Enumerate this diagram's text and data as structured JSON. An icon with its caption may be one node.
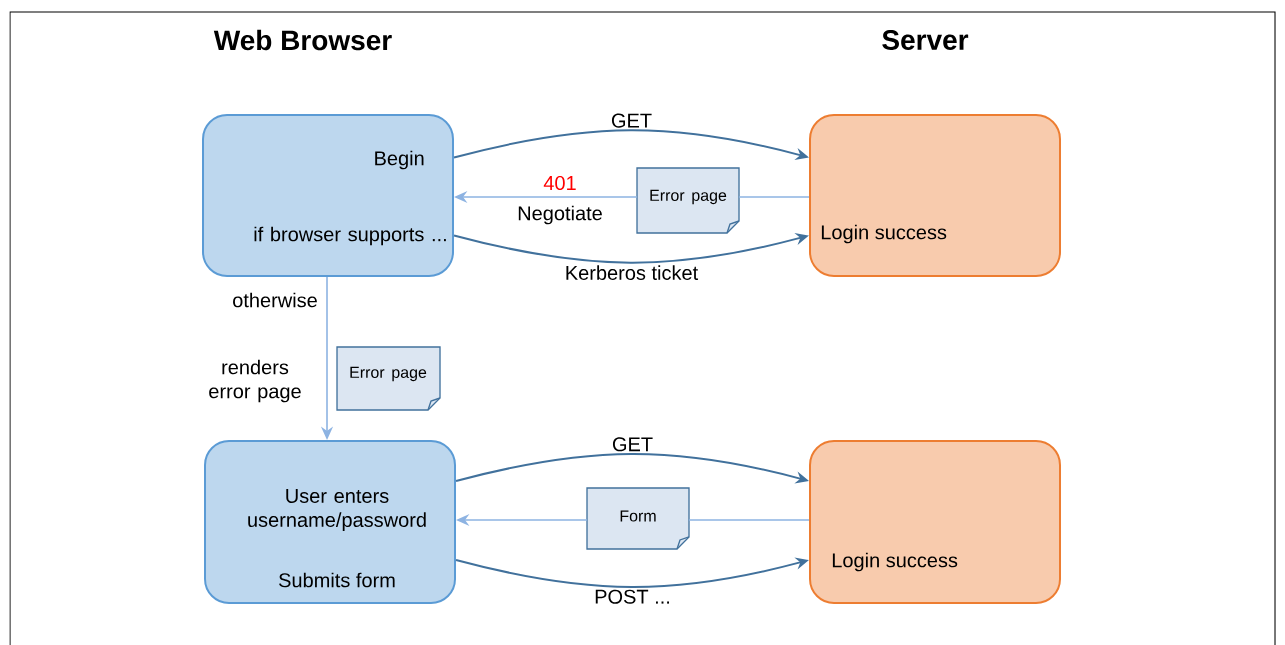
{
  "diagram": {
    "nodes": [
      {
        "text": [
          "Begin",
          "if browser supports ..."
        ]
      },
      {
        "text": [
          "Login success"
        ]
      },
      {
        "text": [
          "Error page"
        ]
      },
      {
        "text": [
          "User enters username/password",
          "Submits form"
        ]
      },
      {
        "text": [
          "Login success"
        ]
      },
      {
        "text": [
          "Error page"
        ]
      },
      {
        "text": [
          "Form"
        ]
      }
    ],
    "edges": [
      {
        "from": 0,
        "to": 1,
        "arrow": "to",
        "label": "GET",
        "color": "#41719c"
      },
      {
        "from": 1,
        "to": 2,
        "arrow": "none"
      },
      {
        "from": 2,
        "to": 0,
        "arrow": "to",
        "label": "401"
      },
      {
        "from": 0,
        "to": 1,
        "arrow": "to",
        "label": "Kerberos ticket",
        "color": "#41719c"
      },
      {
        "from": 0,
        "to": 3,
        "arrow": "to",
        "label": "otherwise"
      },
      {
        "from": 3,
        "to": 4,
        "arrow": "to",
        "label": "GET",
        "color": "#41719c"
      },
      {
        "from": 4,
        "to": 6,
        "arrow": "none"
      },
      {
        "from": 6,
        "to": 3,
        "arrow": "to"
      },
      {
        "from": 3,
        "to": 4,
        "arrow": "to",
        "label": "POST ...",
        "color": "#41719c"
      }
    ],
    "labels": [
      "Web Browser",
      "Server",
      "Negotiate",
      "renders error page"
    ]
  }
}
